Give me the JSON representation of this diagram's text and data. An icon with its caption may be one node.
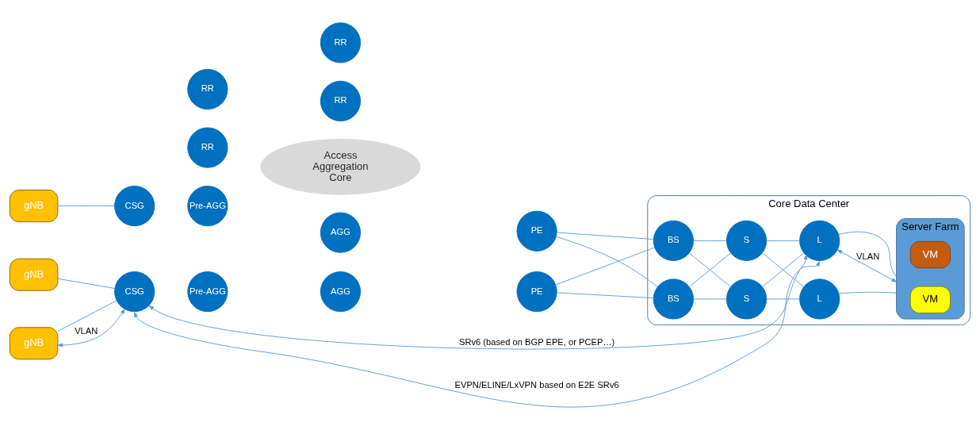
{
  "diagram": {
    "nodes": [
      {
        "text": [
          "gNB"
        ]
      },
      {
        "text": [
          "CSG"
        ]
      },
      {
        "text": [
          "gNB"
        ]
      },
      {
        "text": [
          "gNB"
        ]
      },
      {
        "text": [
          "CSG"
        ]
      },
      {
        "text": [
          "Access",
          "Aggregation",
          "Core"
        ]
      },
      {
        "text": [
          "Pre-AGG"
        ]
      },
      {
        "text": [
          "Pre-AGG"
        ]
      },
      {
        "text": [
          "RR"
        ]
      },
      {
        "text": [
          "RR"
        ]
      },
      {
        "text": [
          "AGG"
        ]
      },
      {
        "text": [
          "AGG"
        ]
      },
      {
        "text": [
          "RR"
        ]
      },
      {
        "text": [
          "RR"
        ]
      },
      {
        "text": [
          "PE"
        ]
      },
      {
        "text": [
          "PE"
        ]
      },
      {
        "text": [
          "Core Data Center"
        ]
      },
      {
        "text": [
          "BS"
        ],
        "in": 16
      },
      {
        "text": [
          "BS"
        ],
        "in": 16
      },
      {
        "text": [
          "S"
        ],
        "in": 16
      },
      {
        "text": [
          "S"
        ],
        "in": 16
      },
      {
        "text": [
          "L"
        ],
        "in": 16
      },
      {
        "text": [
          "L"
        ],
        "in": 16
      },
      {
        "text": [
          "Server Farm"
        ],
        "in": 16
      },
      {
        "text": [
          "VM"
        ],
        "in": 23
      },
      {
        "text": [
          "VM"
        ],
        "in": 23
      }
    ],
    "edges": [
      {
        "from": 0,
        "to": 1,
        "arrow": "none"
      },
      {
        "from": 2,
        "to": 4,
        "arrow": "none"
      },
      {
        "from": 3,
        "to": 4,
        "arrow": "none"
      },
      {
        "from": 14,
        "to": 17,
        "arrow": "none"
      },
      {
        "from": 14,
        "to": 18,
        "arrow": "none"
      },
      {
        "from": 15,
        "to": 17,
        "arrow": "none"
      },
      {
        "from": 15,
        "to": 18,
        "arrow": "none"
      },
      {
        "from": 17,
        "to": 19,
        "arrow": "none"
      },
      {
        "from": 17,
        "to": 20,
        "arrow": "none"
      },
      {
        "from": 18,
        "to": 19,
        "arrow": "none"
      },
      {
        "from": 18,
        "to": 20,
        "arrow": "none"
      },
      {
        "from": 19,
        "to": 21,
        "arrow": "none"
      },
      {
        "from": 19,
        "to": 22,
        "arrow": "none"
      },
      {
        "from": 20,
        "to": 21,
        "arrow": "none"
      },
      {
        "from": 20,
        "to": 22,
        "arrow": "none"
      },
      {
        "from": 21,
        "to": 23,
        "arrow": "none"
      },
      {
        "from": 22,
        "to": 23,
        "arrow": "none"
      },
      {
        "from": 3,
        "to": 4,
        "arrow": "both",
        "label": "VLAN"
      },
      {
        "from": 4,
        "to": 22,
        "arrow": "both",
        "label": "SRv6 (based on BGP EPE, or PCEP…)"
      },
      {
        "from": 4,
        "to": 22,
        "arrow": "both",
        "label": "EVPN/ELINE/LxVPN based on E2E SRv6"
      },
      {
        "from": 22,
        "to": 23,
        "arrow": "both",
        "label": "VLAN"
      }
    ]
  }
}
